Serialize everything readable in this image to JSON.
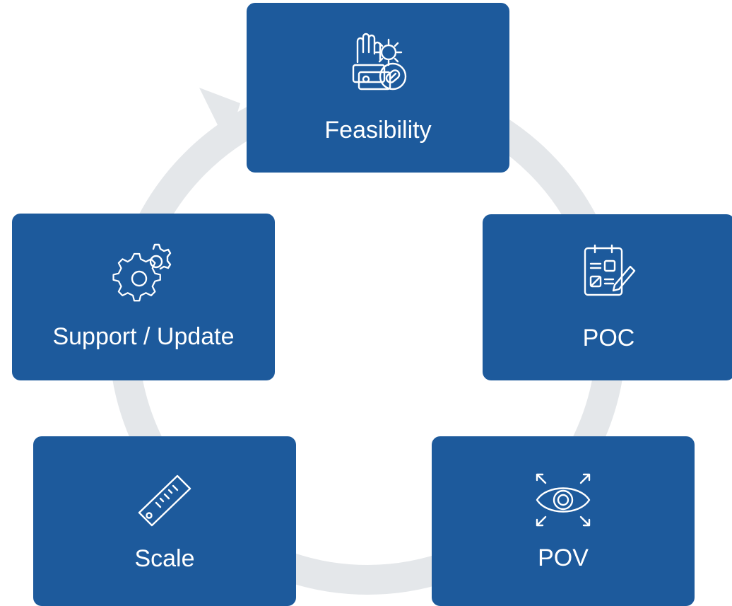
{
  "colors": {
    "box": "#1d5a9c",
    "ring": "#e4e7ea",
    "text": "#ffffff"
  },
  "stages": [
    {
      "label": "Feasibility",
      "icon": "hand-gear-pill-icon"
    },
    {
      "label": "POC",
      "icon": "clipboard-pencil-icon"
    },
    {
      "label": "POV",
      "icon": "eye-expand-icon"
    },
    {
      "label": "Scale",
      "icon": "ruler-icon"
    },
    {
      "label": "Support / Update",
      "icon": "gears-icon"
    }
  ]
}
